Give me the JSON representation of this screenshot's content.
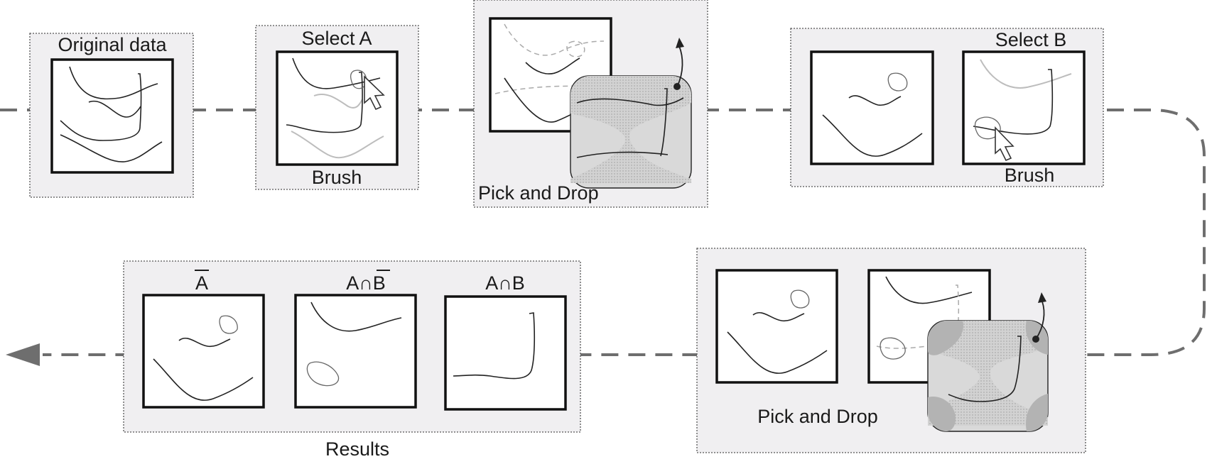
{
  "stages": {
    "original": {
      "label": "Original data"
    },
    "select_a": {
      "label": "Select A",
      "tool": "Brush"
    },
    "pick_drop_1": {
      "label": "Pick and Drop"
    },
    "select_b": {
      "label": "Select B",
      "tool": "Brush"
    },
    "pick_drop_2": {
      "label": "Pick and Drop"
    },
    "results": {
      "label": "Results",
      "panels": [
        {
          "label": "A"
        },
        {
          "label": "A∩B",
          "overline_on": "B"
        },
        {
          "label": "A∩B"
        }
      ]
    }
  },
  "icons": [
    "pointer-cursor-icon",
    "drag-arrow-icon",
    "magic-lens-icon",
    "flow-arrowhead-icon"
  ]
}
